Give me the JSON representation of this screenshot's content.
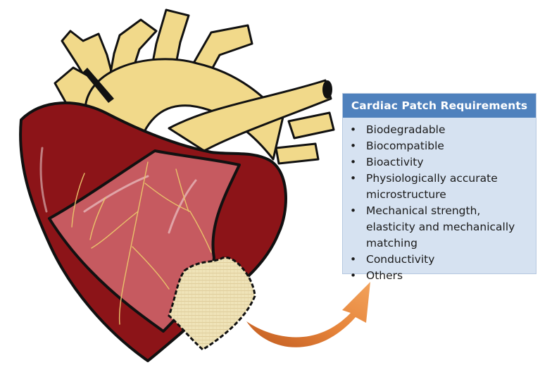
{
  "requirements_box": {
    "title": "Cardiac Patch Requirements",
    "items": [
      "Biodegradable",
      "Biocompatible",
      "Bioactivity",
      "Physiologically accurate microstructure",
      "Mechanical strength, elasticity and mechanically matching",
      "Conductivity",
      "Others"
    ],
    "header_color": "#4f81bd",
    "box_color": "#d6e2f1"
  },
  "illustration": {
    "subject": "heart-with-patch",
    "colors": {
      "vessels": "#f1d98a",
      "heart_dark": "#8c1418",
      "heart_light": "#c65a60",
      "patch": "#efe3b8",
      "arrow": "#e07a33"
    }
  }
}
